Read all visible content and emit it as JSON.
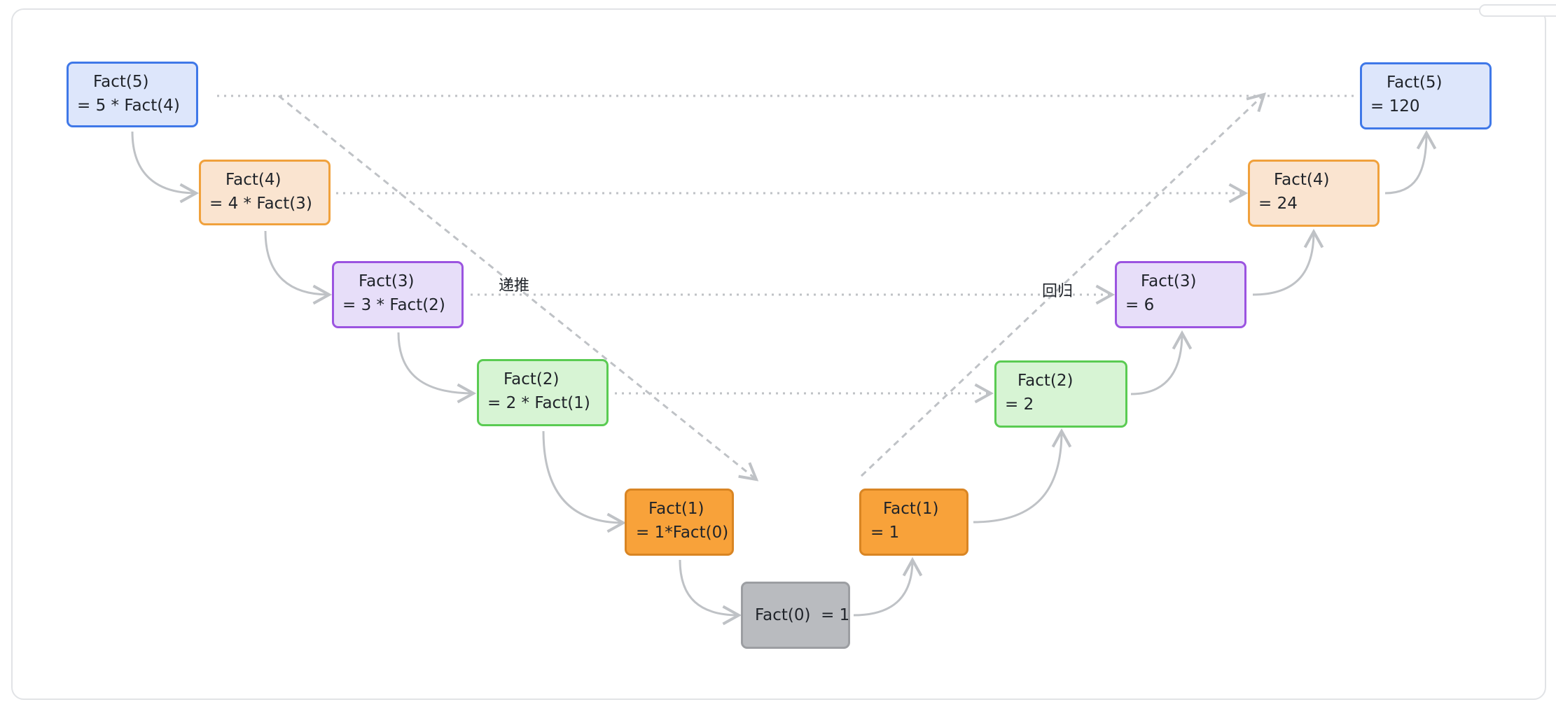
{
  "nodes": {
    "f5_left": {
      "line1": "Fact(5)",
      "line2": "= 5 * Fact(4)"
    },
    "f4_left": {
      "line1": "Fact(4)",
      "line2": "= 4 * Fact(3)"
    },
    "f3_left": {
      "line1": "Fact(3)",
      "line2": "= 3 * Fact(2)"
    },
    "f2_left": {
      "line1": "Fact(2)",
      "line2": "= 2 * Fact(1)"
    },
    "f1_left": {
      "line1": "Fact(1)",
      "line2": "= 1*Fact(0)"
    },
    "f0": {
      "text": "Fact(0)  = 1"
    },
    "f1_right": {
      "line1": "Fact(1)",
      "line2": "= 1"
    },
    "f2_right": {
      "line1": "Fact(2)",
      "line2": "= 2"
    },
    "f3_right": {
      "line1": "Fact(3)",
      "line2": "= 6"
    },
    "f4_right": {
      "line1": "Fact(4)",
      "line2": "= 24"
    },
    "f5_right": {
      "line1": "Fact(5)",
      "line2": "= 120"
    }
  },
  "labels": {
    "recursion": "递推",
    "regression": "回归"
  },
  "colors": {
    "blue": "#3f78e8",
    "peach": "#f0a13c",
    "purple": "#9b54e0",
    "green": "#5acb52",
    "orange": "#f8a23a",
    "gray": "#b9bbbf",
    "connector": "#bfc2c6"
  }
}
